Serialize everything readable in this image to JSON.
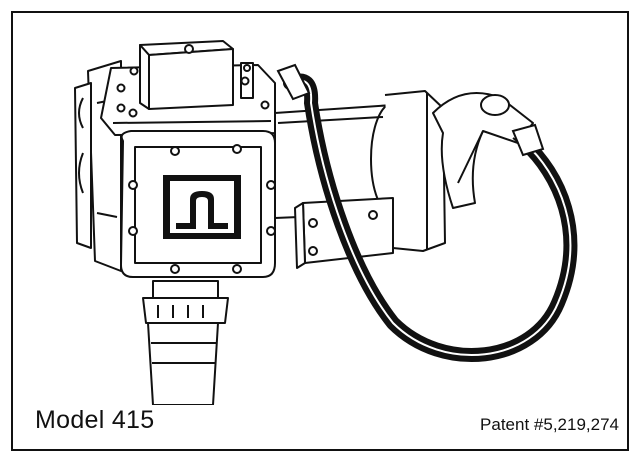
{
  "caption": {
    "model": "Model 415",
    "patent": "Patent #5,219,274"
  },
  "illustration": {
    "subject": "fuel-transfer-pump-with-hose-and-nozzle",
    "logo_icon": "pulse-logo-icon",
    "ink_color": "#111111",
    "paper_color": "#ffffff"
  }
}
